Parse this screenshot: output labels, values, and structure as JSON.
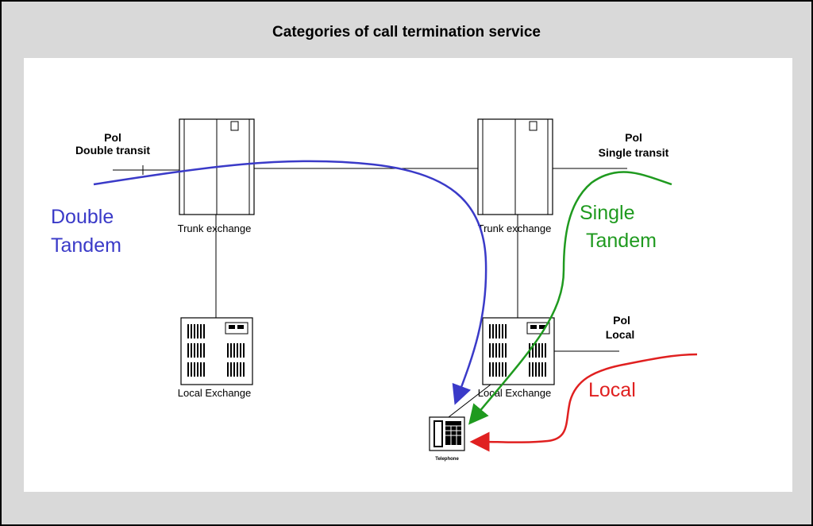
{
  "title": "Categories of call termination service",
  "nodes": {
    "trunk_left": "Trunk exchange",
    "trunk_right": "Trunk exchange",
    "local_left": "Local Exchange",
    "local_right": "Local Exchange",
    "telephone": "Telephone"
  },
  "pol_labels": {
    "double": {
      "line1": "Pol",
      "line2": "Double transit"
    },
    "single": {
      "line1": "Pol",
      "line2": "Single transit"
    },
    "local": {
      "line1": "Pol",
      "line2": "Local"
    }
  },
  "paths": {
    "double_tandem": {
      "line1": "Double",
      "line2": "Tandem",
      "color": "#3a3ac8"
    },
    "single_tandem": {
      "line1": "Single",
      "line2": "Tandem",
      "color": "#1f9a1f"
    },
    "local": {
      "label": "Local",
      "color": "#e02020"
    }
  }
}
